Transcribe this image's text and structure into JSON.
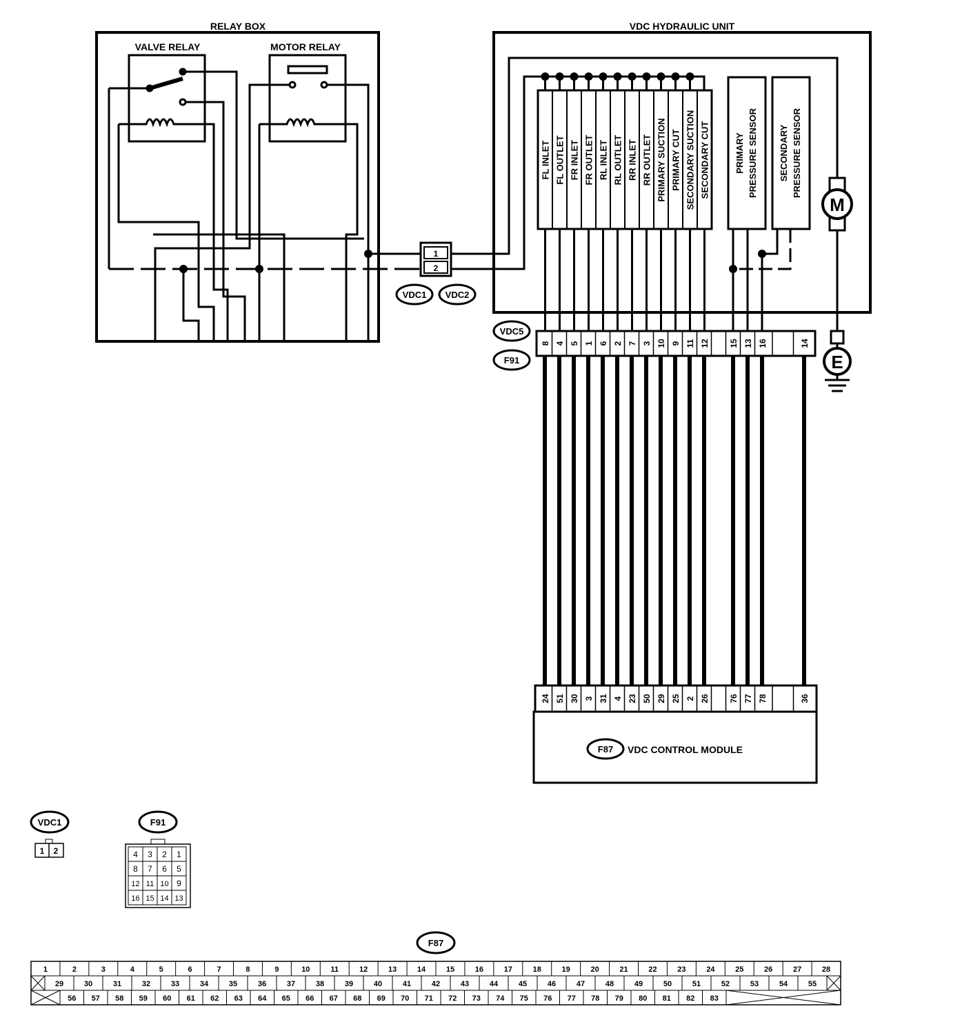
{
  "relay_box": {
    "title": "RELAY BOX",
    "valve_relay": "VALVE RELAY",
    "motor_relay": "MOTOR RELAY"
  },
  "hydraulic_unit": {
    "title": "VDC HYDRAULIC UNIT",
    "solenoids": [
      "FL INLET",
      "FL OUTLET",
      "FR INLET",
      "FR OUTLET",
      "RL INLET",
      "RL OUTLET",
      "RR INLET",
      "RR OUTLET",
      "PRIMARY SUCTION",
      "PRIMARY CUT",
      "SECONDARY SUCTION",
      "SECONDARY CUT"
    ],
    "primary_sensor": [
      "PRIMARY",
      "PRESSURE SENSOR"
    ],
    "secondary_sensor": [
      "SECONDARY",
      "PRESSURE SENSOR"
    ],
    "motor_symbol": "M",
    "ground_symbol": "E"
  },
  "connectors": {
    "vdc1": "VDC1",
    "vdc2": "VDC2",
    "vdc5": "VDC5",
    "f91": "F91",
    "f87": "F87",
    "vdc_pins": [
      "1",
      "2"
    ]
  },
  "harness": {
    "vdc5_pins": [
      "8",
      "4",
      "5",
      "1",
      "6",
      "2",
      "7",
      "3",
      "10",
      "9",
      "11",
      "12",
      "",
      "15",
      "13",
      "16",
      "",
      "14"
    ],
    "f87_pins": [
      "24",
      "51",
      "30",
      "3",
      "31",
      "4",
      "23",
      "50",
      "29",
      "25",
      "2",
      "26",
      "",
      "76",
      "77",
      "78",
      "",
      "36"
    ]
  },
  "control_module": {
    "label": "VDC CONTROL MODULE"
  },
  "legend": {
    "vdc1_tag": "VDC1",
    "vdc1_pins": [
      "1",
      "2"
    ],
    "f91_tag": "F91",
    "f91_rows": [
      [
        "4",
        "3",
        "2",
        "1"
      ],
      [
        "8",
        "7",
        "6",
        "5"
      ],
      [
        "12",
        "11",
        "10",
        "9"
      ],
      [
        "16",
        "15",
        "14",
        "13"
      ]
    ],
    "f87_tag": "F87",
    "f87_row1": [
      "1",
      "2",
      "3",
      "4",
      "5",
      "6",
      "7",
      "8",
      "9",
      "10",
      "11",
      "12",
      "13",
      "14",
      "15",
      "16",
      "17",
      "18",
      "19",
      "20",
      "21",
      "22",
      "23",
      "24",
      "25",
      "26",
      "27",
      "28"
    ],
    "f87_row2": [
      "29",
      "30",
      "31",
      "32",
      "33",
      "34",
      "35",
      "36",
      "37",
      "38",
      "39",
      "40",
      "41",
      "42",
      "43",
      "44",
      "45",
      "46",
      "47",
      "48",
      "49",
      "50",
      "51",
      "52",
      "53",
      "54",
      "55"
    ],
    "f87_row3": [
      "56",
      "57",
      "58",
      "59",
      "60",
      "61",
      "62",
      "63",
      "64",
      "65",
      "66",
      "67",
      "68",
      "69",
      "70",
      "71",
      "72",
      "73",
      "74",
      "75",
      "76",
      "77",
      "78",
      "79",
      "80",
      "81",
      "82",
      "83"
    ]
  }
}
